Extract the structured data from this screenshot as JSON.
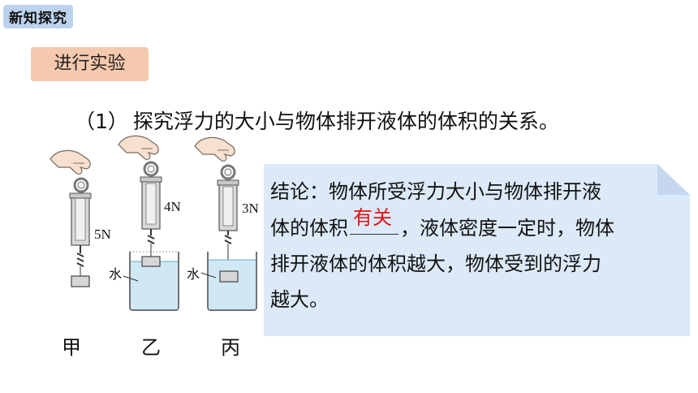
{
  "header": {
    "section_tag": "新知探究"
  },
  "step": {
    "label": "进行实验"
  },
  "question": {
    "number": "（1）",
    "text": "探究浮力的大小与物体排开液体的体积的关系。"
  },
  "figures": {
    "labels": [
      "甲",
      "乙",
      "丙"
    ],
    "forces": [
      "5N",
      "4N",
      "3N"
    ],
    "water_label": "水"
  },
  "conclusion": {
    "line1": "结论：物体所受浮力大小与物体排开液",
    "line2_before": "体的体积",
    "answer": "有关",
    "line2_after": "，液体密度一定时，物体",
    "line3": "排开液体的体积越大，物体受到的浮力",
    "line4": "越大。"
  },
  "colors": {
    "section_tag_bg": "#bcd3ee",
    "step_bg": "#f5c9ad",
    "conclusion_bg": "#dce9f8",
    "answer": "#e01010",
    "water": "#cfe8f4"
  }
}
